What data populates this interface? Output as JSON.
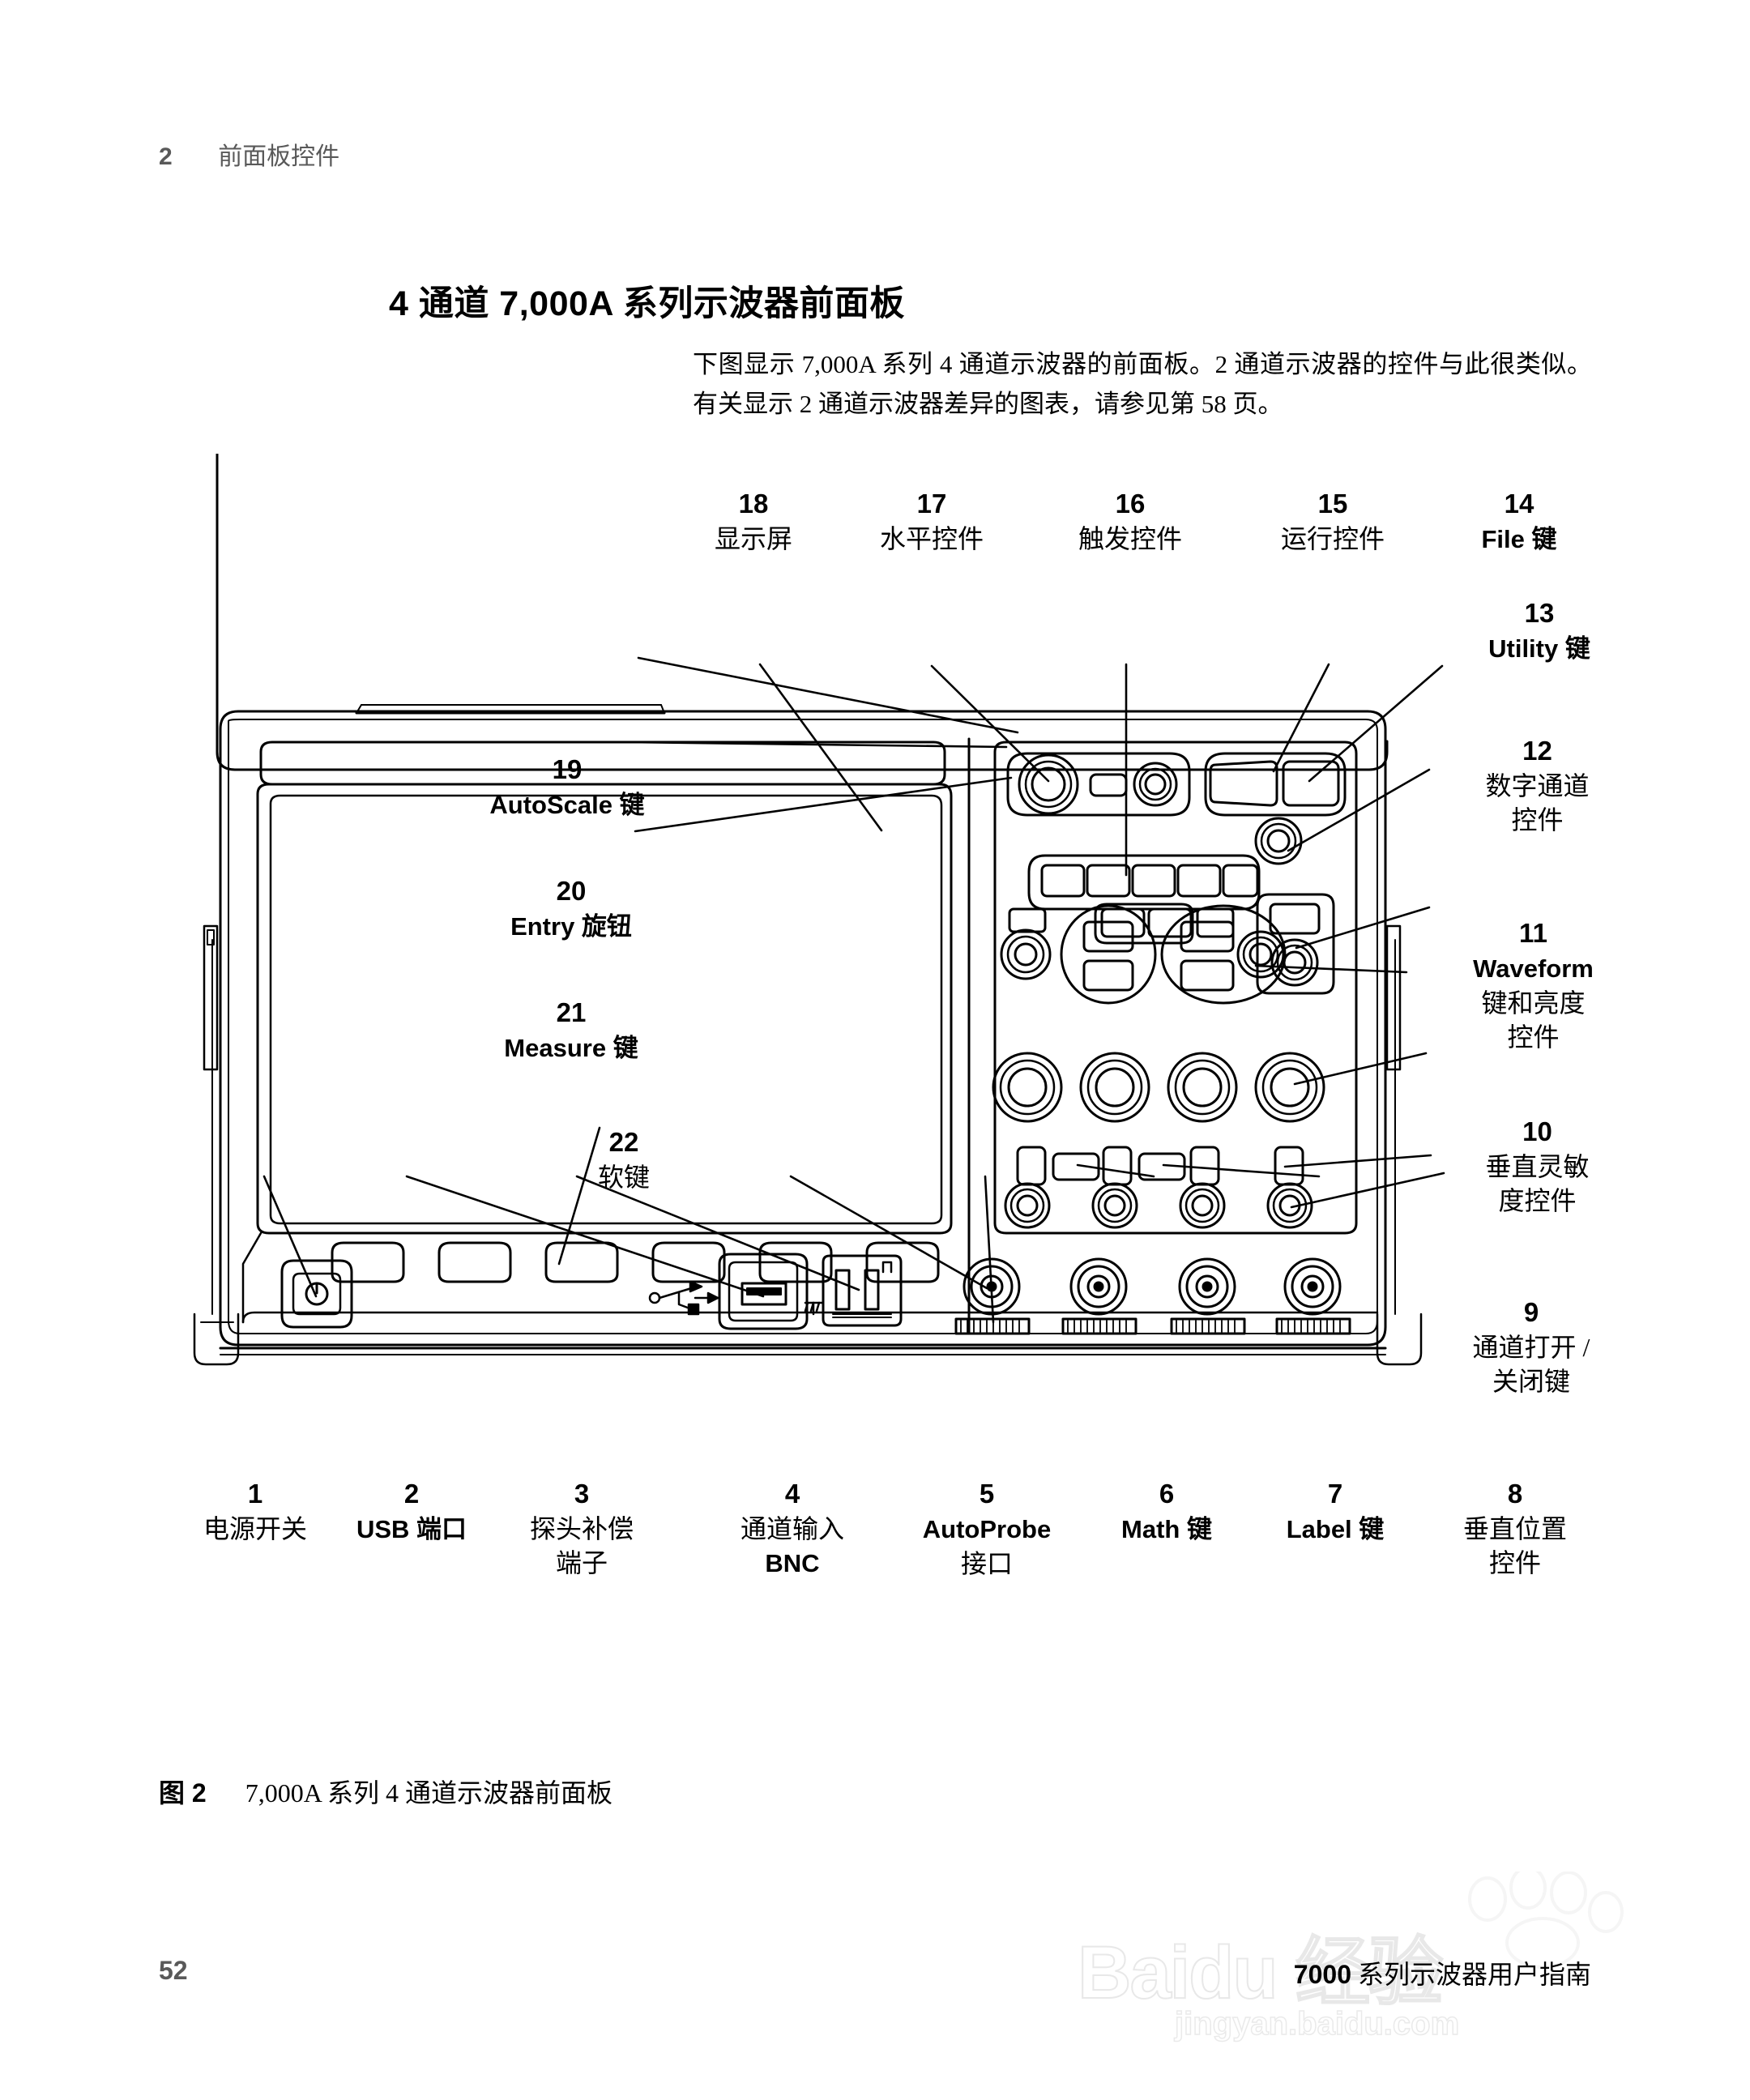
{
  "running_head": {
    "chapter_number": "2",
    "chapter_title": "前面板控件"
  },
  "section": {
    "title": "4 通道 7,000A 系列示波器前面板",
    "intro": "下图显示 7,000A 系列 4 通道示波器的前面板。2 通道示波器的控件与此很类似。有关显示 2 通道示波器差异的图表，请参见第 58 页。"
  },
  "figure": {
    "caption_label": "图 2",
    "caption_text": "7,000A 系列 4 通道示波器前面板",
    "callouts": [
      {
        "num": "1",
        "line1": "电源开关",
        "line2": ""
      },
      {
        "num": "2",
        "line1": "USB 端口",
        "line2": ""
      },
      {
        "num": "3",
        "line1": "探头补偿",
        "line2": "端子"
      },
      {
        "num": "4",
        "line1": "通道输入",
        "line2": "BNC"
      },
      {
        "num": "5",
        "line1": "AutoProbe",
        "line2": "接口"
      },
      {
        "num": "6",
        "line1": "Math 键",
        "line2": ""
      },
      {
        "num": "7",
        "line1": "Label 键",
        "line2": ""
      },
      {
        "num": "8",
        "line1": "垂直位置",
        "line2": "控件"
      },
      {
        "num": "9",
        "line1": "通道打开 /",
        "line2": "关闭键"
      },
      {
        "num": "10",
        "line1": "垂直灵敏",
        "line2": "度控件"
      },
      {
        "num": "11",
        "line1": "Waveform",
        "line2": "键和亮度",
        "line3": "控件"
      },
      {
        "num": "12",
        "line1": "数字通道",
        "line2": "控件"
      },
      {
        "num": "13",
        "line1": "Utility 键",
        "line2": ""
      },
      {
        "num": "14",
        "line1": "File 键",
        "line2": ""
      },
      {
        "num": "15",
        "line1": "运行控件",
        "line2": ""
      },
      {
        "num": "16",
        "line1": "触发控件",
        "line2": ""
      },
      {
        "num": "17",
        "line1": "水平控件",
        "line2": ""
      },
      {
        "num": "18",
        "line1": "显示屏",
        "line2": ""
      },
      {
        "num": "19",
        "line1": "AutoScale 键",
        "line2": ""
      },
      {
        "num": "20",
        "line1": "Entry 旋钮",
        "line2": ""
      },
      {
        "num": "21",
        "line1": "Measure 键",
        "line2": ""
      },
      {
        "num": "22",
        "line1": "软键",
        "line2": ""
      }
    ],
    "instrument": {
      "name": "7000A-series-oscilloscope-front-panel",
      "power_icon": "power-icon",
      "usb_icon": "usb-icon",
      "ground_icon": "ground-icon",
      "square_wave_icon": "square-wave-icon"
    }
  },
  "footer": {
    "page_number": "52",
    "guide_prefix": "7000",
    "guide_title": "系列示波器用户指南"
  },
  "watermark": {
    "big_text": "Baidu 经验",
    "small_text": "jingyan.baidu.com"
  },
  "colors": {
    "ink": "#000000",
    "muted": "#595959",
    "page": "#ffffff",
    "watermark": "#e8e8e8"
  }
}
